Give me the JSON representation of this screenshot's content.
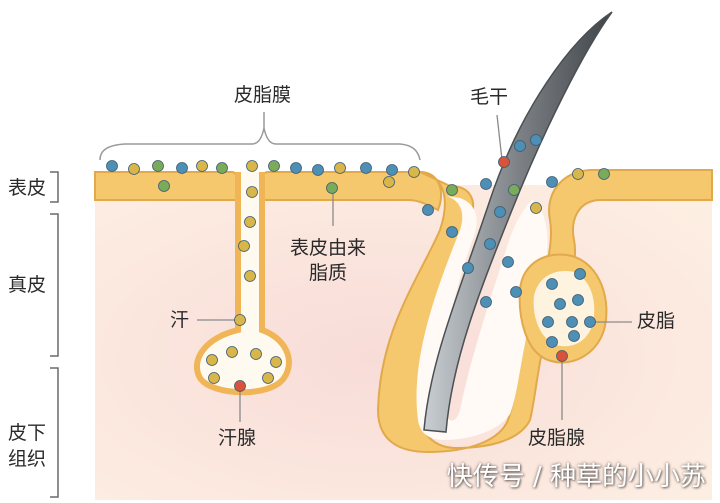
{
  "labels": {
    "sebum_film": "皮脂膜",
    "hair_shaft": "毛干",
    "epidermal_lipids": [
      "表皮由来",
      "脂质"
    ],
    "sweat": "汗",
    "sebum": "皮脂",
    "sweat_gland": "汗腺",
    "sebaceous_gland": "皮脂腺"
  },
  "layers": {
    "epidermis": "表皮",
    "dermis": "真皮",
    "subcutaneous": [
      "皮下",
      "组织"
    ]
  },
  "watermark": "快传号 / 种草的小小苏",
  "colors": {
    "epidermis": "#f6c86e",
    "epidermis_edge": "#e2a94c",
    "dermis_light": "#fdeee2",
    "dermis_pink": "#f8dcd8",
    "hair": "#6f7478",
    "dot_blue": "#4e8fb5",
    "dot_yellow": "#d9b64a",
    "dot_green": "#7aab5a",
    "dot_red": "#d9533a"
  }
}
